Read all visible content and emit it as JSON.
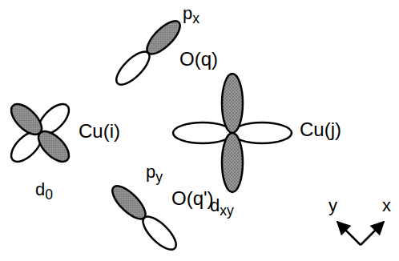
{
  "diagram": {
    "labels": [
      "px",
      "O(q)",
      "Cu(i)",
      "Cu(j)",
      "d0",
      "dxy",
      "py",
      "O(q')",
      "y",
      "x"
    ]
  }
}
